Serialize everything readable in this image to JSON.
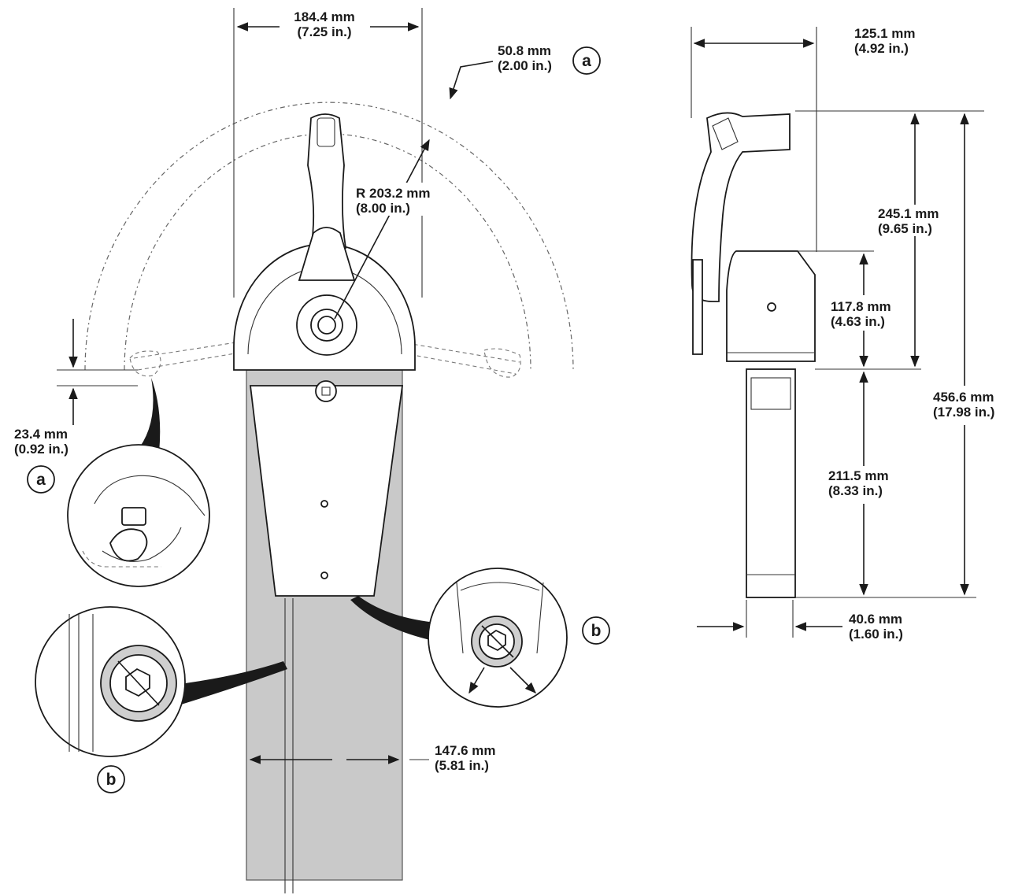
{
  "dimensions": {
    "width_front": {
      "mm": "184.4 mm",
      "in": "(7.25 in.)"
    },
    "travel_a": {
      "mm": "50.8 mm",
      "in": "(2.00 in.)"
    },
    "radius": {
      "mm": "R 203.2 mm",
      "in": "(8.00 in.)"
    },
    "lower_offset": {
      "mm": "23.4 mm",
      "in": "(0.92 in.)"
    },
    "panel_width": {
      "mm": "147.6 mm",
      "in": "(5.81 in.)"
    },
    "side_depth": {
      "mm": "125.1 mm",
      "in": "(4.92 in.)"
    },
    "handle_height": {
      "mm": "245.1 mm",
      "in": "(9.65 in.)"
    },
    "housing_height": {
      "mm": "117.8 mm",
      "in": "(4.63 in.)"
    },
    "overall_height": {
      "mm": "456.6 mm",
      "in": "(17.98 in.)"
    },
    "body_height": {
      "mm": "211.5 mm",
      "in": "(8.33 in.)"
    },
    "body_width": {
      "mm": "40.6 mm",
      "in": "(1.60 in.)"
    }
  },
  "callouts": {
    "a": "a",
    "b": "b"
  }
}
